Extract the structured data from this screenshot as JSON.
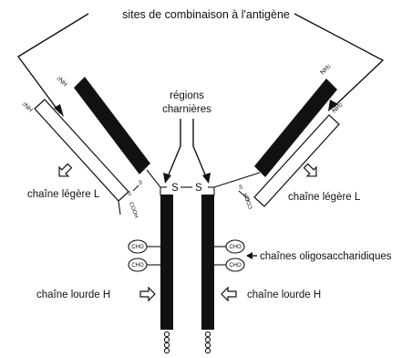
{
  "labels": {
    "top_title": "sites de combinaison à l'antigène",
    "hinge_line1": "régions",
    "hinge_line2": "charnières",
    "light_chain_left": "chaîne légère L",
    "light_chain_right": "chaîne légère L",
    "oligosaccharide": "chaînes oligosaccharidiques",
    "heavy_chain_left": "chaîne lourde H",
    "heavy_chain_right": "chaîne lourde H",
    "disulfide": "S",
    "cho": "CHO",
    "nh2": "NH",
    "nh2_sub": "2",
    "cooh": "COOH"
  },
  "colors": {
    "heavy_chain": "#111111",
    "light_chain_fill": "#ffffff",
    "outline": "#111111"
  },
  "icons": {
    "pointer_arrow": "hollow-arrow-icon",
    "cho_marker": "oval-badge-icon",
    "tail": "coil-icon"
  }
}
